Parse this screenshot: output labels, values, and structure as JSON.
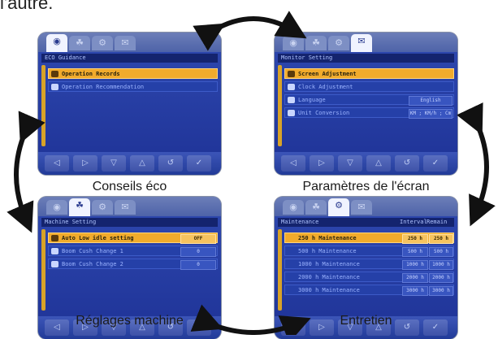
{
  "intro_text": "l'autre.",
  "arrow_color": "#111111",
  "screen_color": "#2540a8",
  "highlight_color": "#f1ab2c",
  "panels": {
    "top_left": {
      "caption": "Conseils éco",
      "header": "ECO Guidance",
      "rows": [
        {
          "label": "Operation Records"
        },
        {
          "label": "Operation Recommendation"
        }
      ]
    },
    "top_right": {
      "caption": "Paramètres de l'écran",
      "header": "Monitor Setting",
      "rows": [
        {
          "label": "Screen Adjustment"
        },
        {
          "label": "Clock Adjustment"
        },
        {
          "label": "Language",
          "value": "English"
        },
        {
          "label": "Unit Conversion",
          "value": "KM ; KM/h ; Cm"
        }
      ]
    },
    "bottom_left": {
      "caption": "Réglages machine",
      "header": "Machine Setting",
      "rows": [
        {
          "label": "Auto Low idle setting",
          "value": "OFF"
        },
        {
          "label": "Boom Cush Change 1",
          "value": "0"
        },
        {
          "label": "Boom Cush Change 2",
          "value": "0"
        }
      ]
    },
    "bottom_right": {
      "caption": "Entretien",
      "header": "Maintenance",
      "col1": "Interval",
      "col2": "Remain",
      "rows": [
        {
          "label": "250 h Maintenance",
          "v1": "250 h",
          "v2": "250 h"
        },
        {
          "label": "500 h Maintenance",
          "v1": "500 h",
          "v2": "500 h"
        },
        {
          "label": "1000 h Maintenance",
          "v1": "1000 h",
          "v2": "1000 h"
        },
        {
          "label": "2000 h Maintenance",
          "v1": "2000 h",
          "v2": "2000 h"
        },
        {
          "label": "3000 h Maintenance",
          "v1": "3000 h",
          "v2": "3000 h"
        }
      ]
    },
    "tab_glyphs": [
      "◉",
      "☘",
      "⚙",
      "✉"
    ],
    "button_glyphs": [
      "◁",
      "▷",
      "▽",
      "△",
      "↺",
      "✓"
    ]
  }
}
